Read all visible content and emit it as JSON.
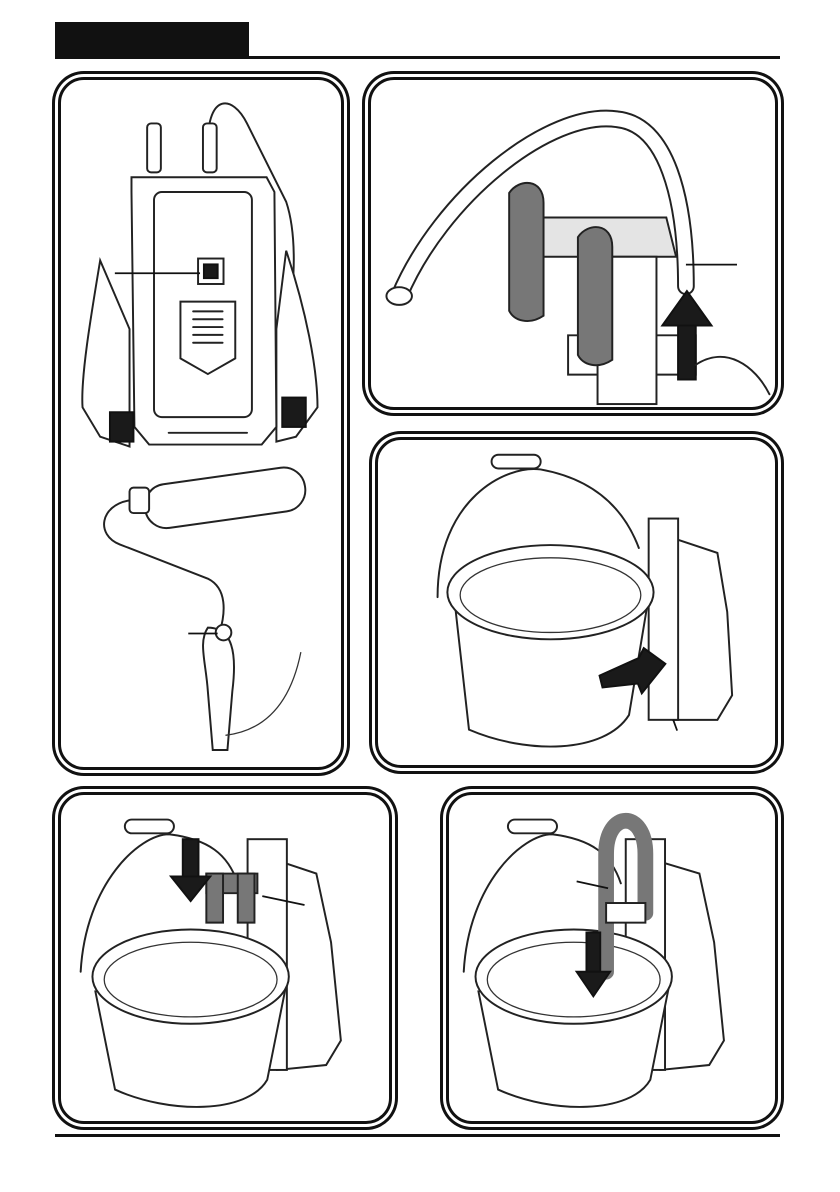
{
  "colors": {
    "ink": "#111111",
    "paper": "#ffffff",
    "gray": "#777777",
    "light_gray": "#e4e4e4"
  },
  "panels": [
    {
      "id": "p1",
      "items": [
        "backpack-unit-icon",
        "paint-roller-icon"
      ]
    },
    {
      "id": "p2",
      "items": [
        "hose-holder-icon",
        "arrow-up-icon"
      ]
    },
    {
      "id": "p3",
      "items": [
        "paint-bucket-icon",
        "arrow-right-icon"
      ]
    },
    {
      "id": "p4",
      "items": [
        "paint-bucket-icon",
        "arrow-down-icon"
      ]
    },
    {
      "id": "p5",
      "items": [
        "paint-bucket-icon",
        "hose-icon",
        "arrow-down-icon"
      ]
    }
  ]
}
